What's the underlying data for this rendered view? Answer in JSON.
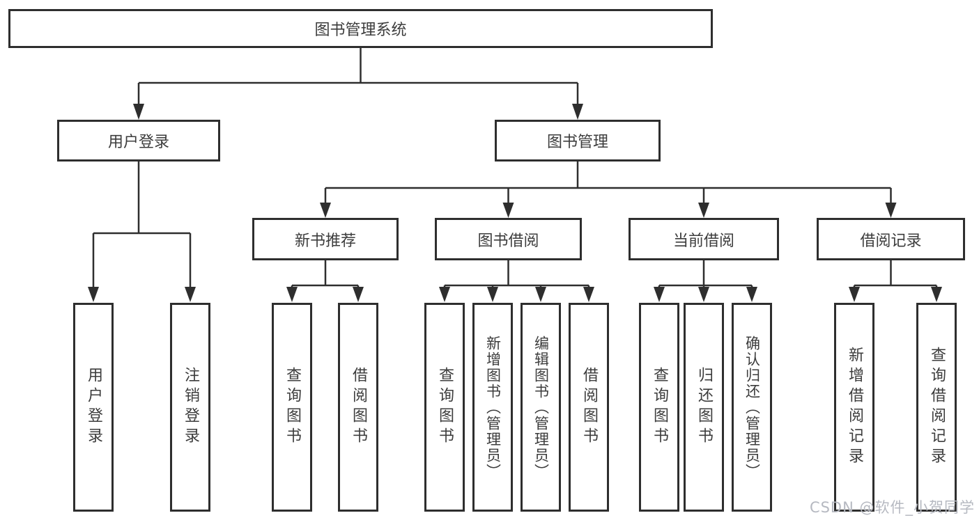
{
  "tree": {
    "root": "图书管理系统",
    "branches": [
      {
        "label": "用户登录",
        "children": [
          "用户登录",
          "注销登录"
        ]
      },
      {
        "label": "图书管理",
        "sections": [
          {
            "label": "新书推荐",
            "children": [
              "查询图书",
              "借阅图书"
            ]
          },
          {
            "label": "图书借阅",
            "children": [
              "查询图书",
              "新增图书（管理员）",
              "编辑图书（管理员）",
              "借阅图书"
            ]
          },
          {
            "label": "当前借阅",
            "children": [
              "查询图书",
              "归还图书",
              "确认归还（管理员）"
            ]
          },
          {
            "label": "借阅记录",
            "children": [
              "新增借阅记录",
              "查询借阅记录"
            ]
          }
        ]
      }
    ]
  },
  "watermark": {
    "text": "CSDN @软件_小贺同学"
  },
  "colors": {
    "line": "#2e2e2e",
    "box_border": "#2e2e2e",
    "text": "#3c3c3c",
    "watermark": "#b6b9c1",
    "background": "#ffffff"
  }
}
